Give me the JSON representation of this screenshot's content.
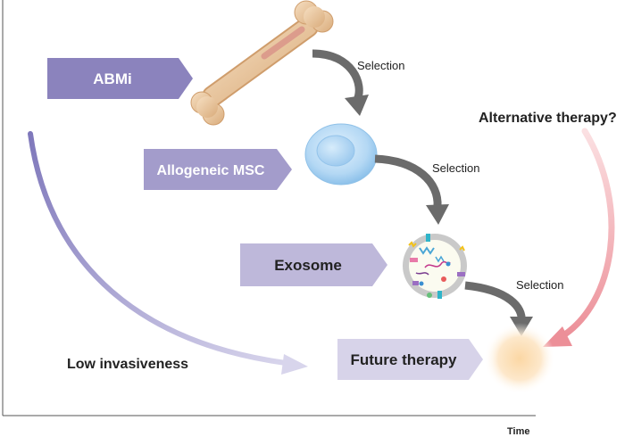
{
  "stages": [
    {
      "label": "ABMi",
      "color": "#8b83bd",
      "text_color": "#ffffff"
    },
    {
      "label": "Allogeneic MSC",
      "color": "#a39ccb",
      "text_color": "#ffffff"
    },
    {
      "label": "Exosome",
      "color": "#beb8da",
      "text_color": "#222222"
    },
    {
      "label": "Future therapy",
      "color": "#d7d3e9",
      "text_color": "#222222"
    }
  ],
  "selection_labels": [
    "Selection",
    "Selection",
    "Selection"
  ],
  "alternative_label": "Alternative therapy?",
  "low_invasiveness_label": "Low invasiveness",
  "time_axis_label": "Time",
  "colors": {
    "selection_arrow": "#6b6b6b",
    "alternative_arrow": "#ef9ea5",
    "invasiveness_arrow": "#8e88c4",
    "cell_body": "#bcdcf5",
    "bone": "#e9c79d",
    "future_glow": "#f9c98c"
  }
}
